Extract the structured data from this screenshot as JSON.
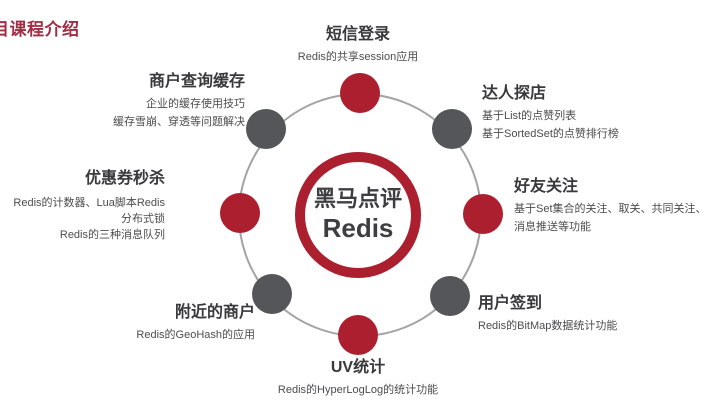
{
  "page": {
    "title": "目课程介绍",
    "title_color": "#A12D44",
    "background": "#FFFFFF"
  },
  "diagram": {
    "center": {
      "line1": "黑马点评",
      "line2": "Redis",
      "ring_color": "#AB1F2F",
      "text_color": "#3E3E41"
    },
    "colors": {
      "red": "#AB1F2F",
      "gray": "#55565A",
      "orbit": "#A3A3A3"
    },
    "nodes": [
      {
        "id": "sms-login",
        "title": "短信登录",
        "dot": "red",
        "desc": [
          "Redis的共享session应用"
        ]
      },
      {
        "id": "influencer-explore",
        "title": "达人探店",
        "dot": "gray",
        "desc": [
          "基于List的点赞列表",
          "基于SortedSet的点赞排行榜"
        ]
      },
      {
        "id": "friend-follow",
        "title": "好友关注",
        "dot": "red",
        "desc": [
          "基于Set集合的关注、取关、共同关注、",
          "消息推送等功能"
        ]
      },
      {
        "id": "user-checkin",
        "title": "用户签到",
        "dot": "gray",
        "desc": [
          "Redis的BitMap数据统计功能"
        ]
      },
      {
        "id": "uv-stats",
        "title": "UV统计",
        "dot": "red",
        "desc": [
          "Redis的HyperLogLog的统计功能"
        ]
      },
      {
        "id": "nearby-merchants",
        "title": "附近的商户",
        "dot": "gray",
        "desc": [
          "Redis的GeoHash的应用"
        ]
      },
      {
        "id": "coupon-seckill",
        "title": "优惠券秒杀",
        "dot": "red",
        "desc": [
          "Redis的计数器、Lua脚本Redis",
          "分布式锁",
          "Redis的三种消息队列"
        ]
      },
      {
        "id": "merchant-cache",
        "title": "商户查询缓存",
        "dot": "gray",
        "desc": [
          "企业的缓存使用技巧",
          "缓存雪崩、穿透等问题解决"
        ]
      }
    ]
  }
}
